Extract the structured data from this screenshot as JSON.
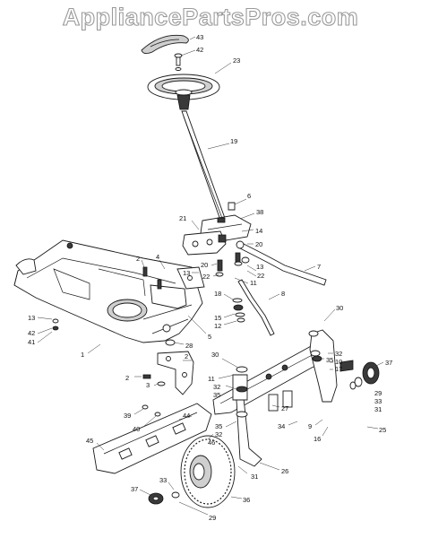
{
  "watermark": "AppliancePartsPros.com",
  "diagram": {
    "callouts": [
      "43",
      "42",
      "23",
      "19",
      "6",
      "38",
      "21",
      "14",
      "20",
      "20",
      "13",
      "22",
      "7",
      "13",
      "22",
      "11",
      "8",
      "18",
      "15",
      "12",
      "5",
      "28",
      "2",
      "4",
      "13",
      "42",
      "41",
      "1",
      "30",
      "30",
      "32",
      "35",
      "10",
      "17",
      "37",
      "29",
      "33",
      "31",
      "32",
      "35",
      "11",
      "3",
      "2",
      "2",
      "39",
      "40",
      "44",
      "27",
      "35",
      "32",
      "46",
      "34",
      "9",
      "16",
      "25",
      "45",
      "31",
      "26",
      "33",
      "37",
      "36",
      "29"
    ]
  }
}
